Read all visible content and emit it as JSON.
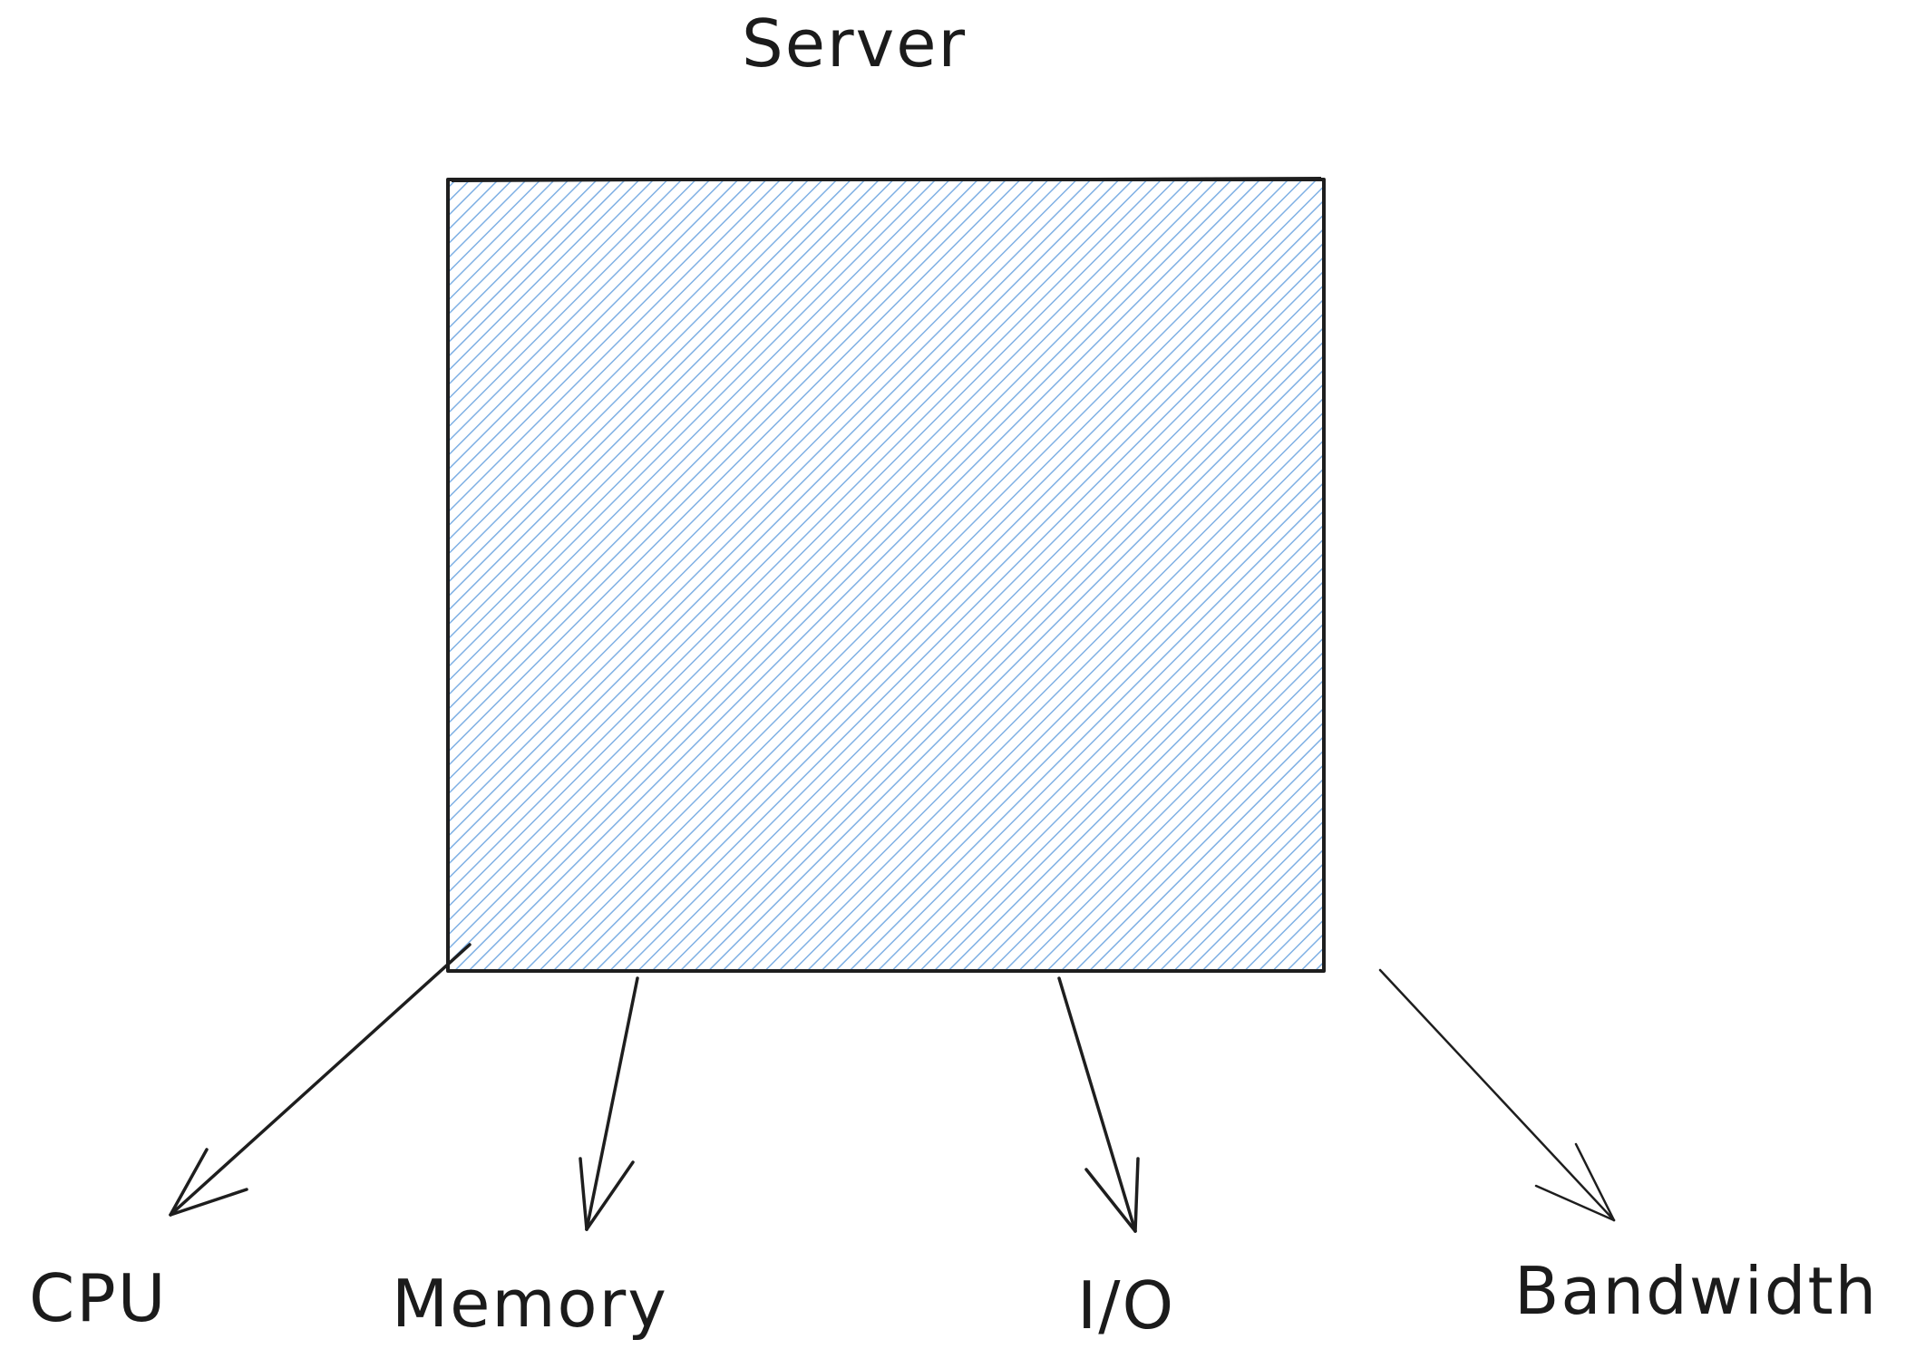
{
  "diagram": {
    "title": "Server",
    "box": {
      "fill_color": "#7fb0e4",
      "stroke_color": "#1e1e1e"
    },
    "resources": [
      {
        "label": "CPU"
      },
      {
        "label": "Memory"
      },
      {
        "label": "I/O"
      },
      {
        "label": "Bandwidth"
      }
    ],
    "arrow_color": "#1e1e1e"
  }
}
